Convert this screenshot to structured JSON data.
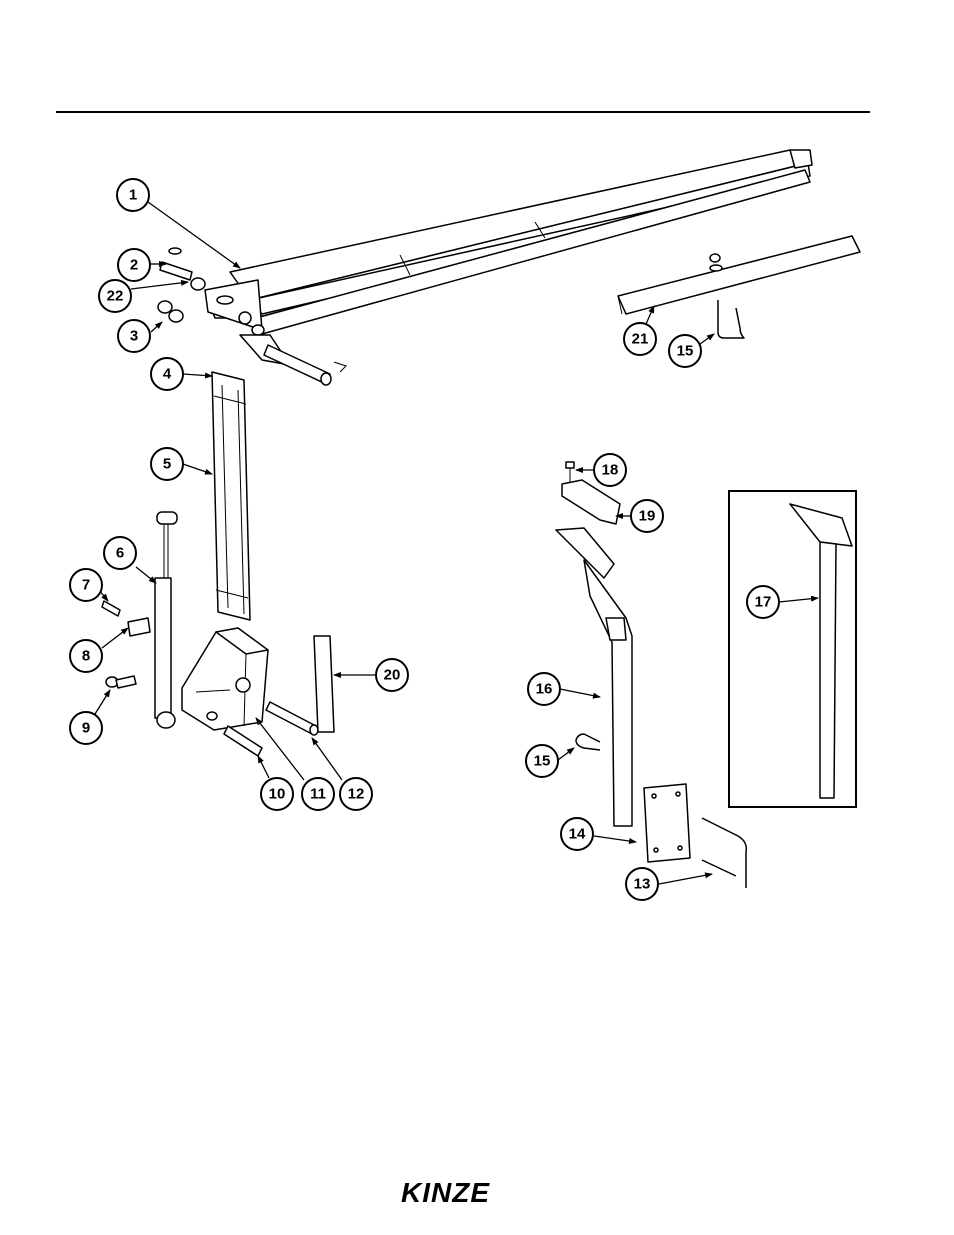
{
  "callouts": [
    "1",
    "2",
    "22",
    "3",
    "4",
    "5",
    "6",
    "7",
    "8",
    "9",
    "10",
    "11",
    "12",
    "20",
    "21",
    "15",
    "18",
    "19",
    "17",
    "16",
    "15",
    "14",
    "13"
  ],
  "logo": {
    "text": "KINZE"
  },
  "colors": {
    "ink": "#000000",
    "paper": "#ffffff"
  }
}
